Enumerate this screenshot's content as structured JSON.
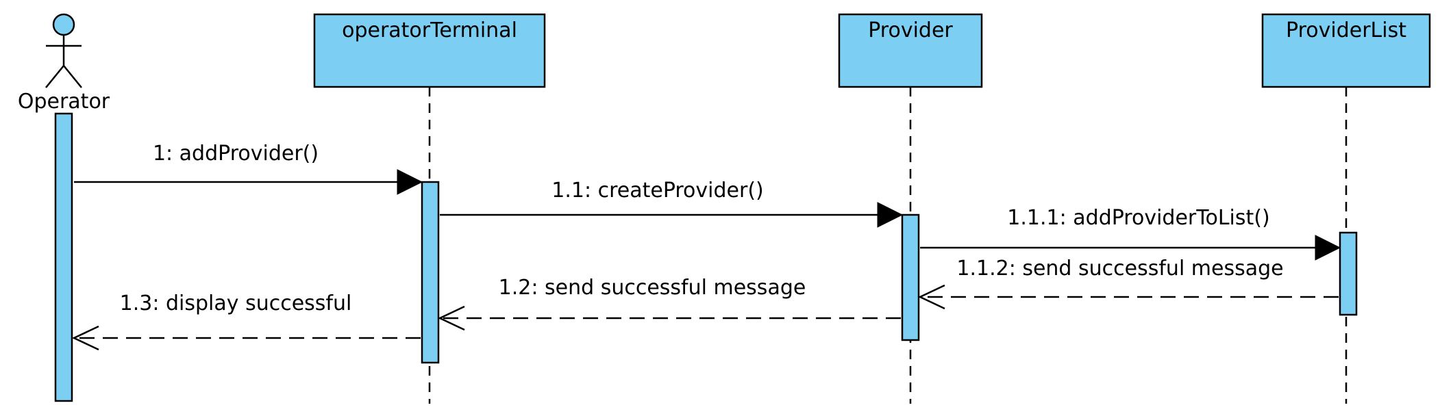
{
  "colors": {
    "fill": "#7ccff2",
    "stroke": "#000000",
    "background": "#ffffff"
  },
  "actor": {
    "name": "Operator"
  },
  "participants": [
    {
      "name": "operatorTerminal"
    },
    {
      "name": "Provider"
    },
    {
      "name": "ProviderList"
    }
  ],
  "messages": [
    {
      "label": "1: addProvider()",
      "kind": "call"
    },
    {
      "label": "1.1: createProvider()",
      "kind": "call"
    },
    {
      "label": "1.1.1: addProviderToList()",
      "kind": "call"
    },
    {
      "label": "1.1.2: send successful message",
      "kind": "return"
    },
    {
      "label": "1.2: send successful message",
      "kind": "return"
    },
    {
      "label": "1.3: display successful",
      "kind": "return"
    }
  ]
}
